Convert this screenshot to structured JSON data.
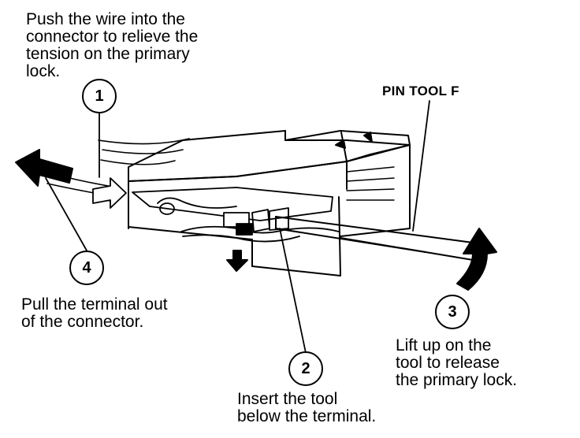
{
  "labels": {
    "step1_text": "Push the wire into the\nconnector to relieve the\ntension on the primary\nlock.",
    "step2_text": "Insert the tool\nbelow the terminal.",
    "step3_text": "Lift up on the\ntool to release\nthe primary lock.",
    "step4_text": "Pull the terminal out\nof the connector.",
    "tool_name": "PIN TOOL F"
  },
  "callouts": {
    "c1": "1",
    "c2": "2",
    "c3": "3",
    "c4": "4"
  },
  "colors": {
    "ink": "#000000",
    "paper": "#ffffff"
  }
}
